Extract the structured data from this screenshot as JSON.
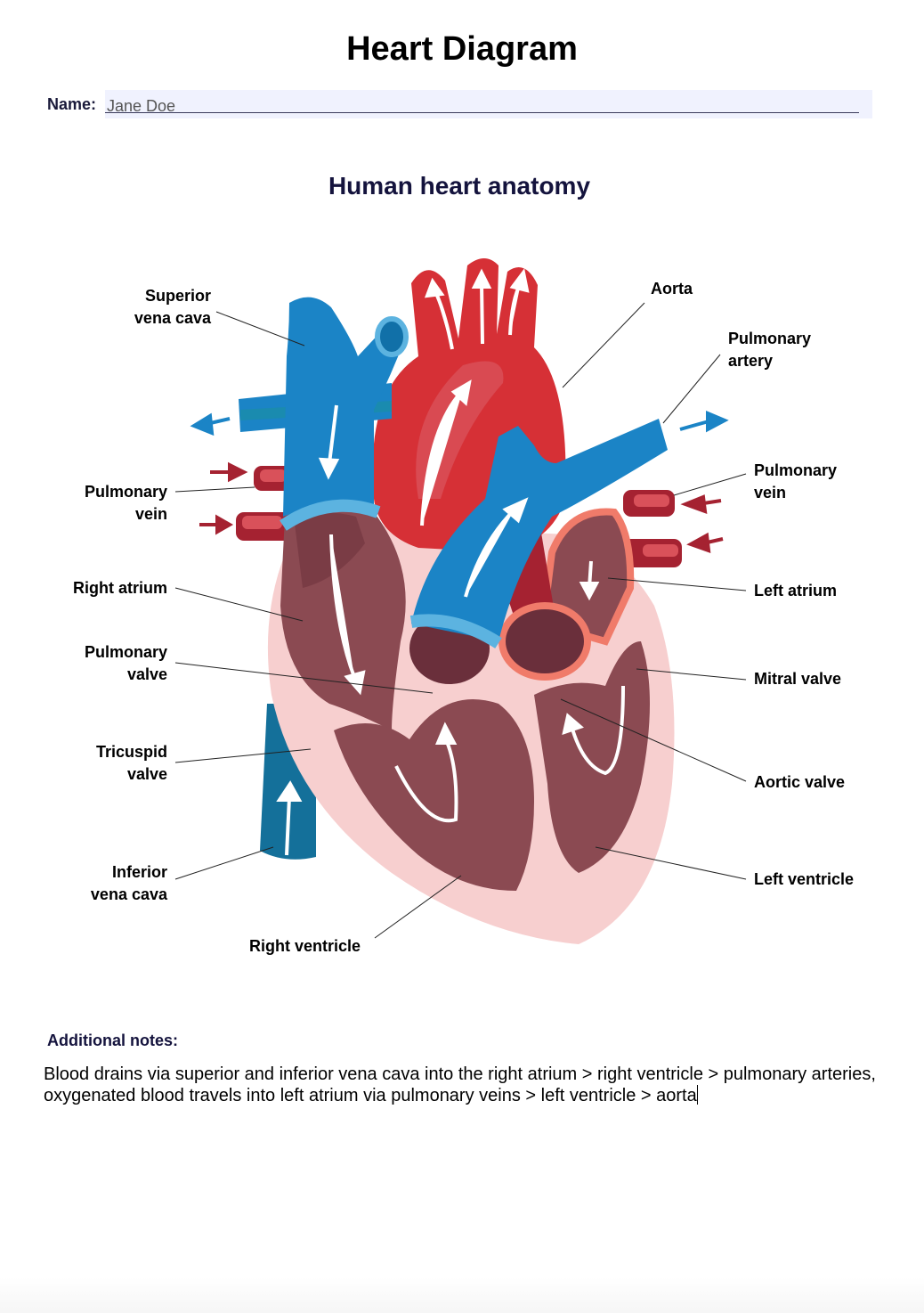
{
  "page": {
    "title": "Heart Diagram",
    "name_label": "Name:",
    "name_value": "Jane Doe"
  },
  "diagram": {
    "title": "Human heart anatomy",
    "labels": {
      "superior_vena_cava": "Superior\nvena cava",
      "aorta": "Aorta",
      "pulmonary_artery": "Pulmonary\nartery",
      "pulmonary_vein_left": "Pulmonary\nvein",
      "pulmonary_vein_right": "Pulmonary\nvein",
      "right_atrium": "Right atrium",
      "left_atrium": "Left atrium",
      "pulmonary_valve": "Pulmonary\nvalve",
      "mitral_valve": "Mitral valve",
      "tricuspid_valve": "Tricuspid\nvalve",
      "aortic_valve": "Aortic valve",
      "inferior_vena_cava": "Inferior\nvena cava",
      "left_ventricle": "Left ventricle",
      "right_ventricle": "Right ventricle"
    },
    "colors": {
      "vein_blue": "#1b84c6",
      "vein_light": "#5cb3e0",
      "artery_red": "#d63036",
      "artery_dark": "#a52231",
      "chamber": "#8b4a52",
      "chamber_dark": "#6a2f3b",
      "wall_pink": "#f7cfcf",
      "ivc_teal": "#14709a"
    }
  },
  "notes": {
    "label": "Additional notes:",
    "text": "Blood drains via superior and inferior vena cava into the right atrium > right ventricle > pulmonary arteries, oxygenated blood travels into left atrium via pulmonary veins > left ventricle > aorta"
  }
}
